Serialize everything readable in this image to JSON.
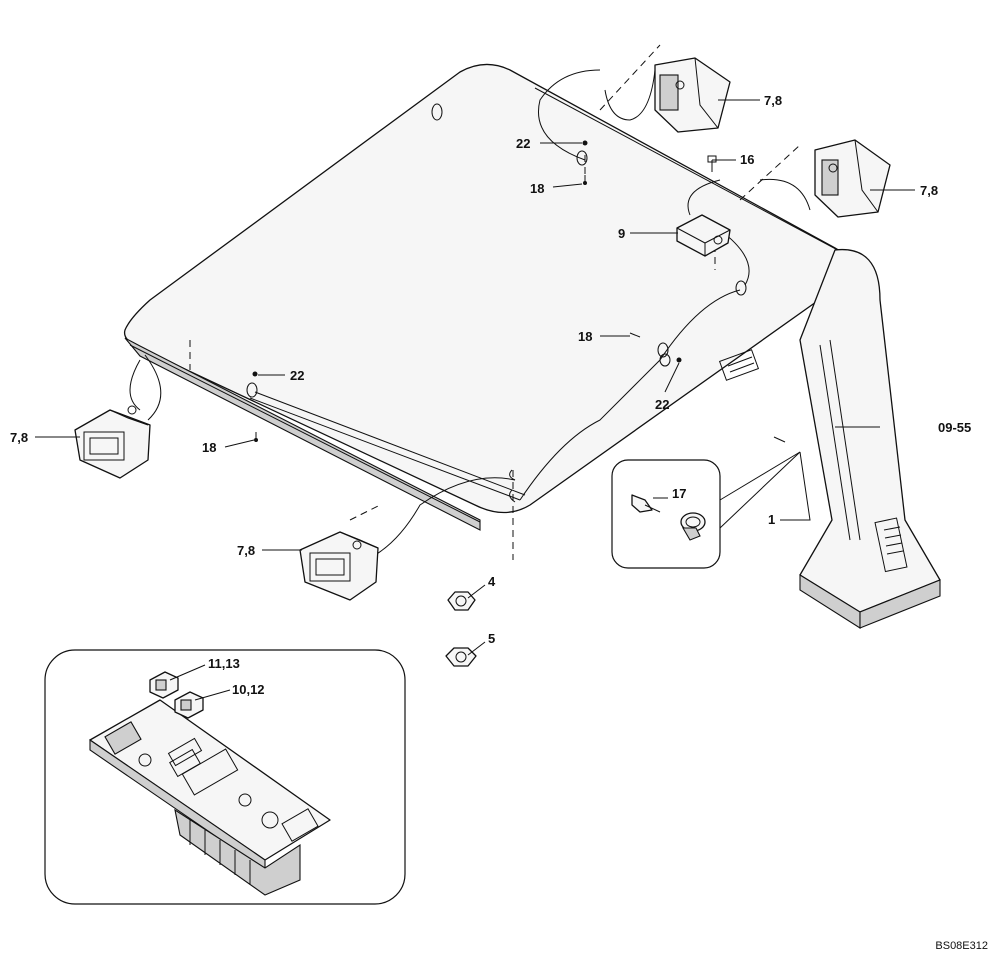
{
  "drawing_code": "BS08E312",
  "callouts": {
    "lamp_rear_left": "7,8",
    "lamp_rear_right": "7,8",
    "lamp_front_left": "7,8",
    "lamp_front_center": "7,8",
    "bolt_16": "16",
    "bolt_17": "17",
    "screw_18_top": "18",
    "screw_18_mid": "18",
    "screw_18_left": "18",
    "washer_22_top": "22",
    "washer_22_left": "22",
    "washer_22_right": "22",
    "junction_box_9": "9",
    "frame_1": "1",
    "ref_09_55": "09-55",
    "nut_4": "4",
    "nut_5": "5",
    "switch_11_13": "11,13",
    "switch_10_12": "10,12"
  }
}
